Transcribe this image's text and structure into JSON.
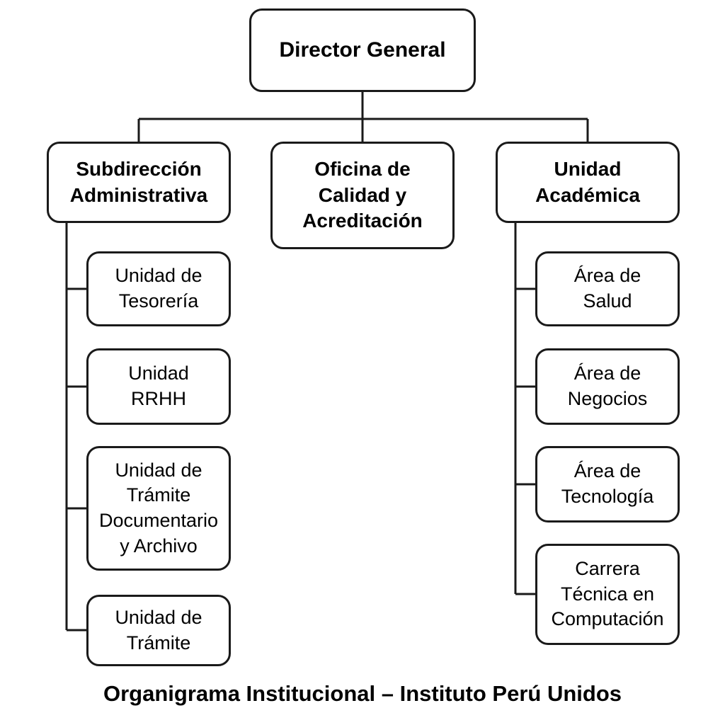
{
  "title": "Organigrama Institucional – Instituto Perú Unidos",
  "colors": {
    "line": "#1a1a1a",
    "box_border": "#1a1a1a",
    "background": "#ffffff",
    "text": "#000000"
  },
  "nodes": {
    "director": {
      "label": "Director General"
    },
    "subdireccion": {
      "label": "Subdirección\nAdministrativa"
    },
    "oficina": {
      "label": "Oficina de\nCalidad y\nAcreditación"
    },
    "academica": {
      "label": "Unidad\nAcadémica"
    },
    "tesoreria": {
      "label": "Unidad de\nTesorería"
    },
    "rrhh": {
      "label": "Unidad\nRRHH"
    },
    "tramite_doc": {
      "label": "Unidad de\nTrámite\nDocumentario\ny Archivo"
    },
    "tramite": {
      "label": "Unidad de\nTrámite"
    },
    "salud": {
      "label": "Área de\nSalud"
    },
    "negocios": {
      "label": "Área de\nNegocios"
    },
    "tecnologia": {
      "label": "Área de\nTecnología"
    },
    "computacion": {
      "label": "Carrera\nTécnica en\nComputación"
    }
  },
  "hierarchy": {
    "root": "director",
    "children_of_director": [
      "subdireccion",
      "oficina",
      "academica"
    ],
    "children_of_subdireccion": [
      "tesoreria",
      "rrhh",
      "tramite_doc",
      "tramite"
    ],
    "children_of_academica": [
      "salud",
      "negocios",
      "tecnologia",
      "computacion"
    ]
  }
}
